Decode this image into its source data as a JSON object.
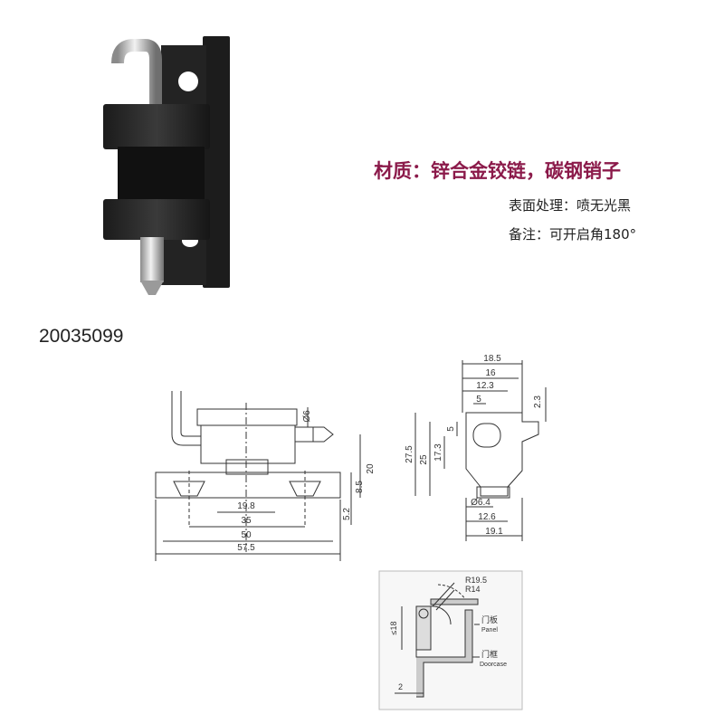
{
  "spec": {
    "material": "材质：锌合金铰链，碳钢销子",
    "surface": "表面处理：喷无光黑",
    "note": "备注：可开启角180°"
  },
  "product_code": "20035099",
  "front_view": {
    "dims": [
      "19.8",
      "35",
      "50",
      "57.5",
      "20",
      "8.5",
      "5.2",
      "Ø6"
    ]
  },
  "side_view": {
    "dims": [
      "18.5",
      "16",
      "12.3",
      "5",
      "2.3",
      "5",
      "27.5",
      "25",
      "17.3",
      "Ø6.4",
      "12.6",
      "19.1"
    ]
  },
  "install_view": {
    "r1": "R19.5",
    "r2": "R14",
    "max_gap": "≤18",
    "gap": "2",
    "panel_cn": "门板",
    "panel_en": "Panel",
    "frame_cn": "门框",
    "frame_en": "Doorcase"
  }
}
